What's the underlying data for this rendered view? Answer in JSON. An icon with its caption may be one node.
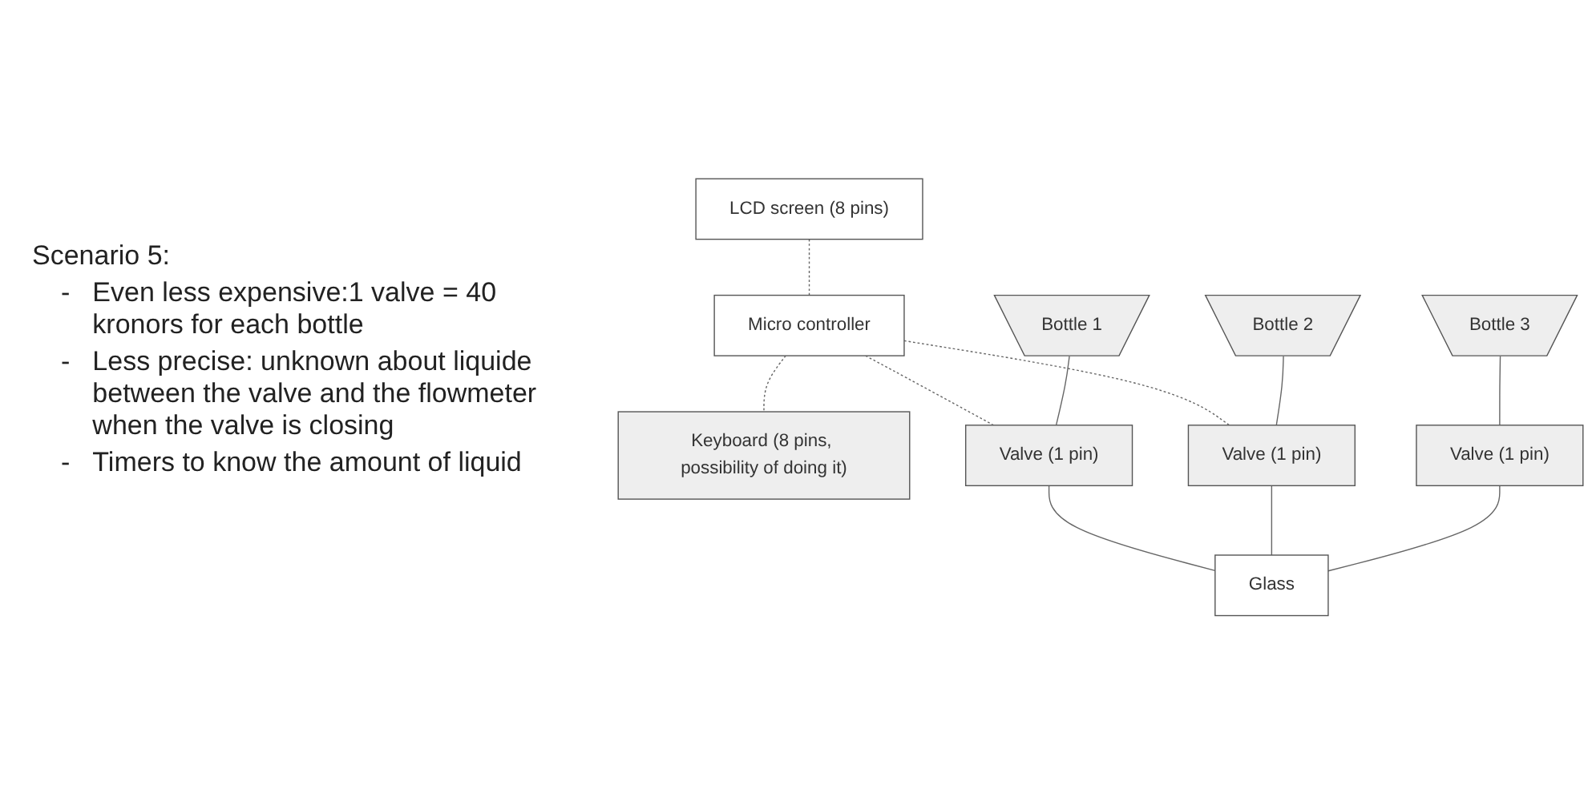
{
  "diagram": {
    "nodes": [
      {
        "text": [
          "LCD screen (8 pins)"
        ]
      },
      {
        "text": [
          "Micro controller"
        ]
      },
      {
        "text": [
          "Keyboard (8 pins, possibility of doing it)"
        ]
      },
      {
        "text": [
          "Bottle 1"
        ]
      },
      {
        "text": [
          "Bottle 2"
        ]
      },
      {
        "text": [
          "Bottle 3"
        ]
      },
      {
        "text": [
          "Valve (1 pin)"
        ]
      },
      {
        "text": [
          "Valve (1 pin)"
        ]
      },
      {
        "text": [
          "Valve (1 pin)"
        ]
      },
      {
        "text": [
          "Glass"
        ]
      }
    ],
    "edges": [
      {
        "from": 0,
        "to": 1,
        "arrow": "none",
        "style": "dashed"
      },
      {
        "from": 1,
        "to": 2,
        "arrow": "none",
        "style": "dashed"
      },
      {
        "from": 1,
        "to": 6,
        "arrow": "none",
        "style": "dashed"
      },
      {
        "from": 1,
        "to": 7,
        "arrow": "none",
        "style": "dashed"
      },
      {
        "from": 3,
        "to": 6,
        "arrow": "none"
      },
      {
        "from": 4,
        "to": 7,
        "arrow": "none"
      },
      {
        "from": 5,
        "to": 8,
        "arrow": "none"
      },
      {
        "from": 6,
        "to": 9,
        "arrow": "none"
      },
      {
        "from": 7,
        "to": 9,
        "arrow": "none"
      },
      {
        "from": 8,
        "to": 9,
        "arrow": "none"
      }
    ],
    "labels": [
      "Scenario 5:",
      "-",
      "Even less expensive:1 valve = 40 kronors for each bottle",
      "-",
      "Less precise: unknown about liquide between the valve and the flowmeter when the valve is closing",
      "-",
      "Timers to know the amount of liquid"
    ]
  }
}
